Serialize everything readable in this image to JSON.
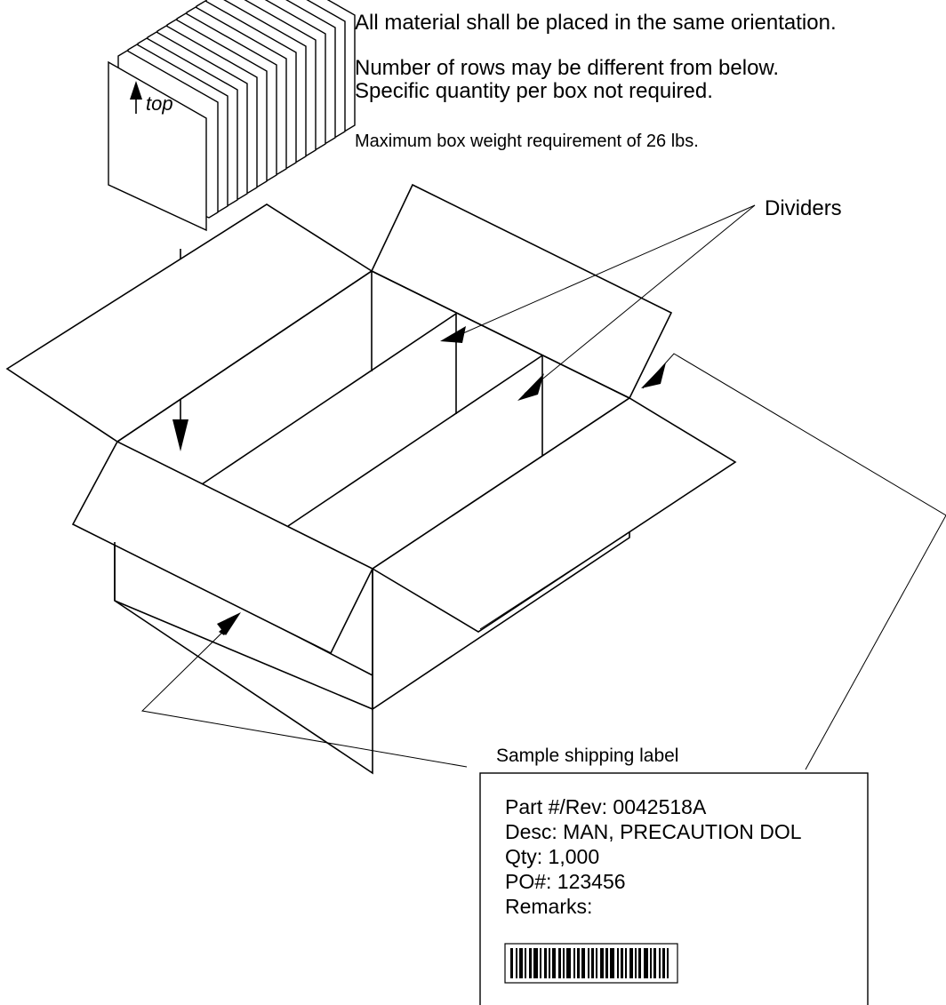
{
  "notes": {
    "orientation": "All material shall be placed in the same orientation.",
    "rows_line1": "Number of rows may be different from below.",
    "rows_line2": "Specific quantity per box not required.",
    "weight": "Maximum box weight requirement of 26 lbs."
  },
  "stack": {
    "top_label": "top"
  },
  "callouts": {
    "dividers": "Dividers"
  },
  "shipping_label": {
    "caption": "Sample shipping label",
    "lines": [
      "Part #/Rev: 0042518A",
      "Desc: MAN, PRECAUTION DOL",
      "Qty: 1,000",
      "PO#: 123456",
      "Remarks:"
    ],
    "barcode_icon": "barcode-icon"
  }
}
